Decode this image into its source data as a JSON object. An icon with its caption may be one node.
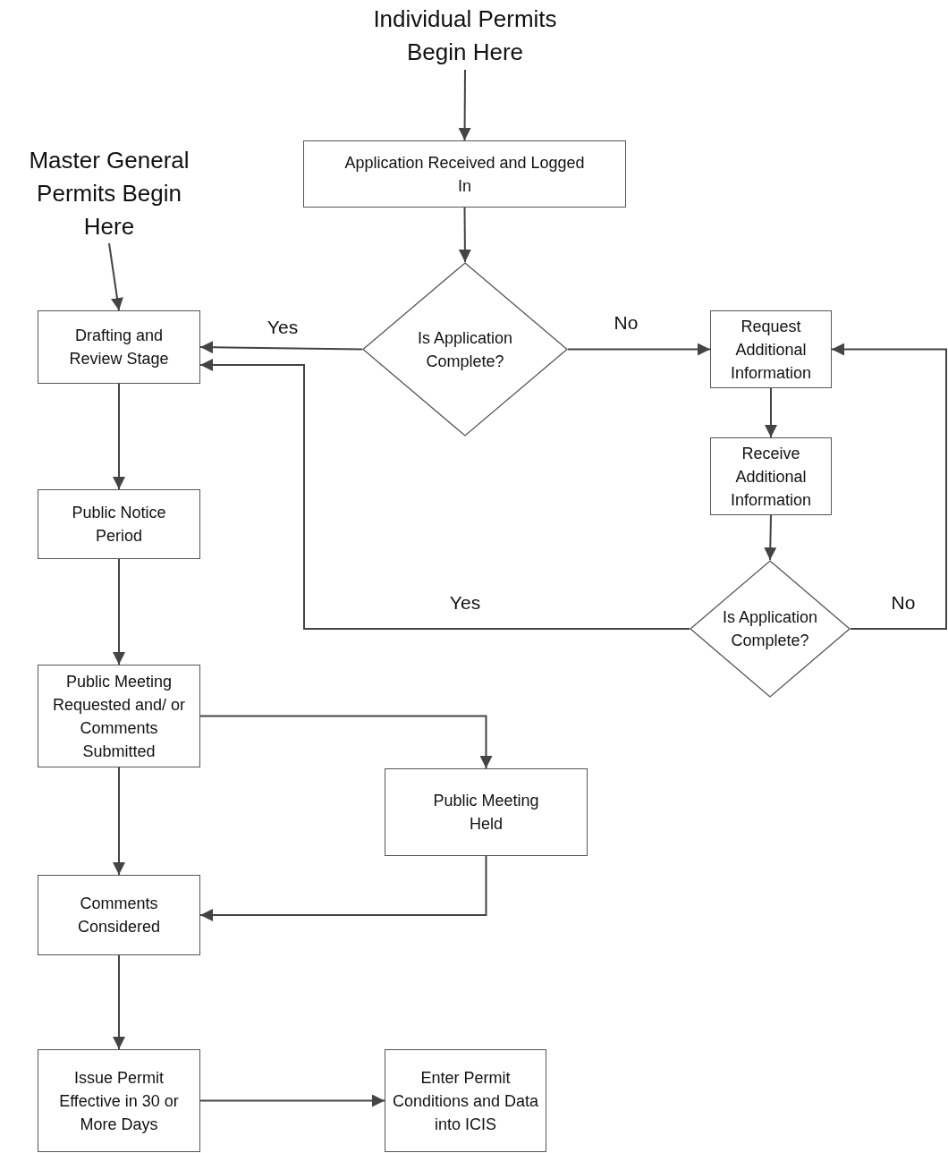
{
  "diagram": {
    "nodes": [
      {
        "text": [
          "Individual Permits Begin Here"
        ]
      },
      {
        "text": [
          "Application Received and Logged In"
        ]
      },
      {
        "text": [
          "Master General Permits Begin Here"
        ]
      },
      {
        "text": [
          "Drafting and Review Stage"
        ]
      },
      {
        "text": [
          "Is Application Complete?"
        ]
      },
      {
        "text": [
          "Request Additional Information"
        ]
      },
      {
        "text": [
          "Receive Additional Information"
        ]
      },
      {
        "text": [
          "Public Notice Period"
        ]
      },
      {
        "text": [
          "Is Application Complete?"
        ]
      },
      {
        "text": [
          "Public Meeting Requested and/ or Comments Submitted"
        ]
      },
      {
        "text": [
          "Public Meeting Held"
        ]
      },
      {
        "text": [
          "Comments Considered"
        ]
      },
      {
        "text": [
          "Issue Permit Effective in 30 or More Days"
        ]
      },
      {
        "text": [
          "Enter Permit Conditions and Data into ICIS"
        ]
      }
    ],
    "edges": [
      {
        "from": 0,
        "to": 1,
        "arrow": "to"
      },
      {
        "from": 1,
        "to": 4,
        "arrow": "to"
      },
      {
        "from": 2,
        "to": 3,
        "arrow": "to"
      },
      {
        "from": 4,
        "to": 3,
        "arrow": "to",
        "label": "Yes"
      },
      {
        "from": 4,
        "to": 5,
        "arrow": "to",
        "label": "No"
      },
      {
        "from": 5,
        "to": 6,
        "arrow": "to"
      },
      {
        "from": 6,
        "to": 8,
        "arrow": "to"
      },
      {
        "from": 8,
        "to": 3,
        "arrow": "to",
        "label": "Yes"
      },
      {
        "from": 8,
        "to": 5,
        "arrow": "to",
        "label": "No"
      },
      {
        "from": 3,
        "to": 7,
        "arrow": "to"
      },
      {
        "from": 7,
        "to": 9,
        "arrow": "to"
      },
      {
        "from": 9,
        "to": 10,
        "arrow": "to"
      },
      {
        "from": 9,
        "to": 11,
        "arrow": "to"
      },
      {
        "from": 10,
        "to": 11,
        "arrow": "to"
      },
      {
        "from": 11,
        "to": 12,
        "arrow": "to"
      },
      {
        "from": 12,
        "to": 13,
        "arrow": "to"
      }
    ]
  }
}
